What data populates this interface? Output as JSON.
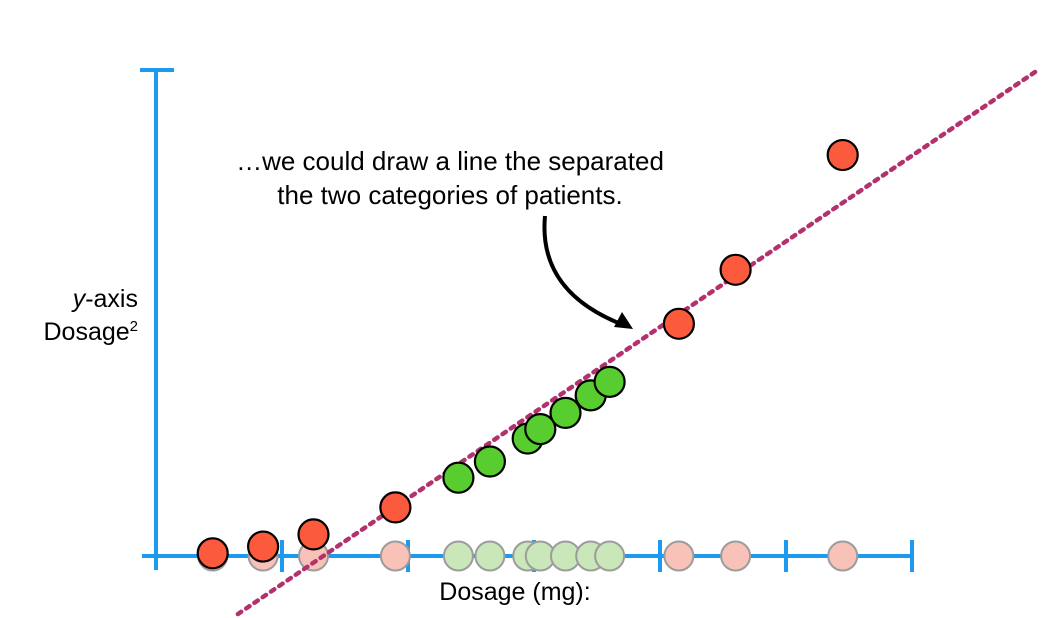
{
  "chart_data": {
    "type": "scatter",
    "title": "",
    "annotation": {
      "line1": "…we could draw a line the separated",
      "line2": "the two categories of patients."
    },
    "xlabel": "Dosage (mg):",
    "ylabel": {
      "var": "y",
      "suffix": "-axis",
      "base": "Dosage",
      "exponent": "2"
    },
    "x_ticks": [
      1,
      2,
      3,
      4,
      5,
      6
    ],
    "xlim": [
      0,
      6
    ],
    "ylim": [
      0,
      36
    ],
    "series": [
      {
        "label": "red",
        "color": "#fc5a3c",
        "points": [
          [
            0.45,
            0.2
          ],
          [
            0.85,
            0.7
          ],
          [
            1.25,
            1.6
          ],
          [
            1.9,
            3.6
          ],
          [
            4.15,
            17.2
          ],
          [
            4.6,
            21.2
          ],
          [
            5.45,
            29.7
          ]
        ]
      },
      {
        "label": "green",
        "color": "#58cd2f",
        "points": [
          [
            2.4,
            5.8
          ],
          [
            2.65,
            7.0
          ],
          [
            2.95,
            8.7
          ],
          [
            3.05,
            9.4
          ],
          [
            3.25,
            10.6
          ],
          [
            3.45,
            11.9
          ],
          [
            3.6,
            12.9
          ]
        ]
      }
    ],
    "projected_colors": {
      "red": "#f8c2b8",
      "green": "#c9e7b8"
    },
    "separator": {
      "color": "#b3316d",
      "points": [
        [
          0.65,
          -4.3
        ],
        [
          7.0,
          36.0
        ]
      ]
    }
  }
}
